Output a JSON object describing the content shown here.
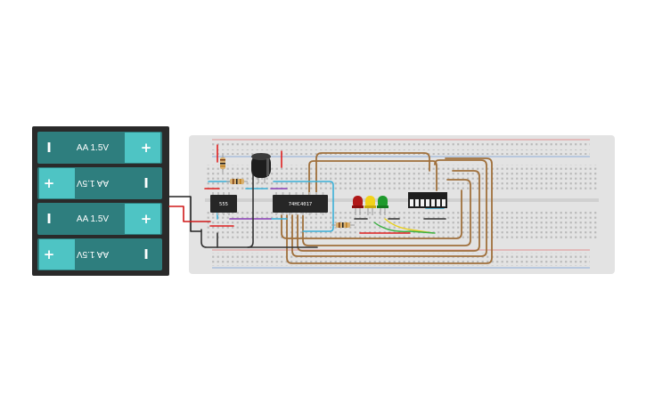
{
  "battery_pack": {
    "cells": [
      {
        "label": "AA 1.5V",
        "flipped": false,
        "left_symbol": "I",
        "right_symbol": "+"
      },
      {
        "label": "AA 1.5V",
        "flipped": true,
        "left_symbol": "+",
        "right_symbol": "I"
      },
      {
        "label": "AA 1.5V",
        "flipped": false,
        "left_symbol": "I",
        "right_symbol": "+"
      },
      {
        "label": "AA 1.5V",
        "flipped": true,
        "left_symbol": "+",
        "right_symbol": "I"
      }
    ]
  },
  "chips": {
    "timer_label": "555",
    "counter_label": "74HC4017"
  },
  "colors": {
    "battery_teal": "#2e7e7e",
    "battery_cap": "#4ec4c4",
    "breadboard": "#e3e3e3",
    "wire_brown": "#a0703c",
    "wire_blue": "#3ab0d8",
    "wire_red": "#e02020",
    "wire_purple": "#8a3fb8",
    "wire_black": "#333333",
    "wire_green": "#3cb043",
    "wire_yellow": "#e8d020",
    "led_red": "#b01818",
    "led_yellow": "#f2d21a",
    "led_green": "#1f9a2c"
  },
  "icons": [
    "plus-icon",
    "minus-icon",
    "capacitor-icon",
    "resistor-icon",
    "led-icon",
    "dip-switch-icon"
  ]
}
